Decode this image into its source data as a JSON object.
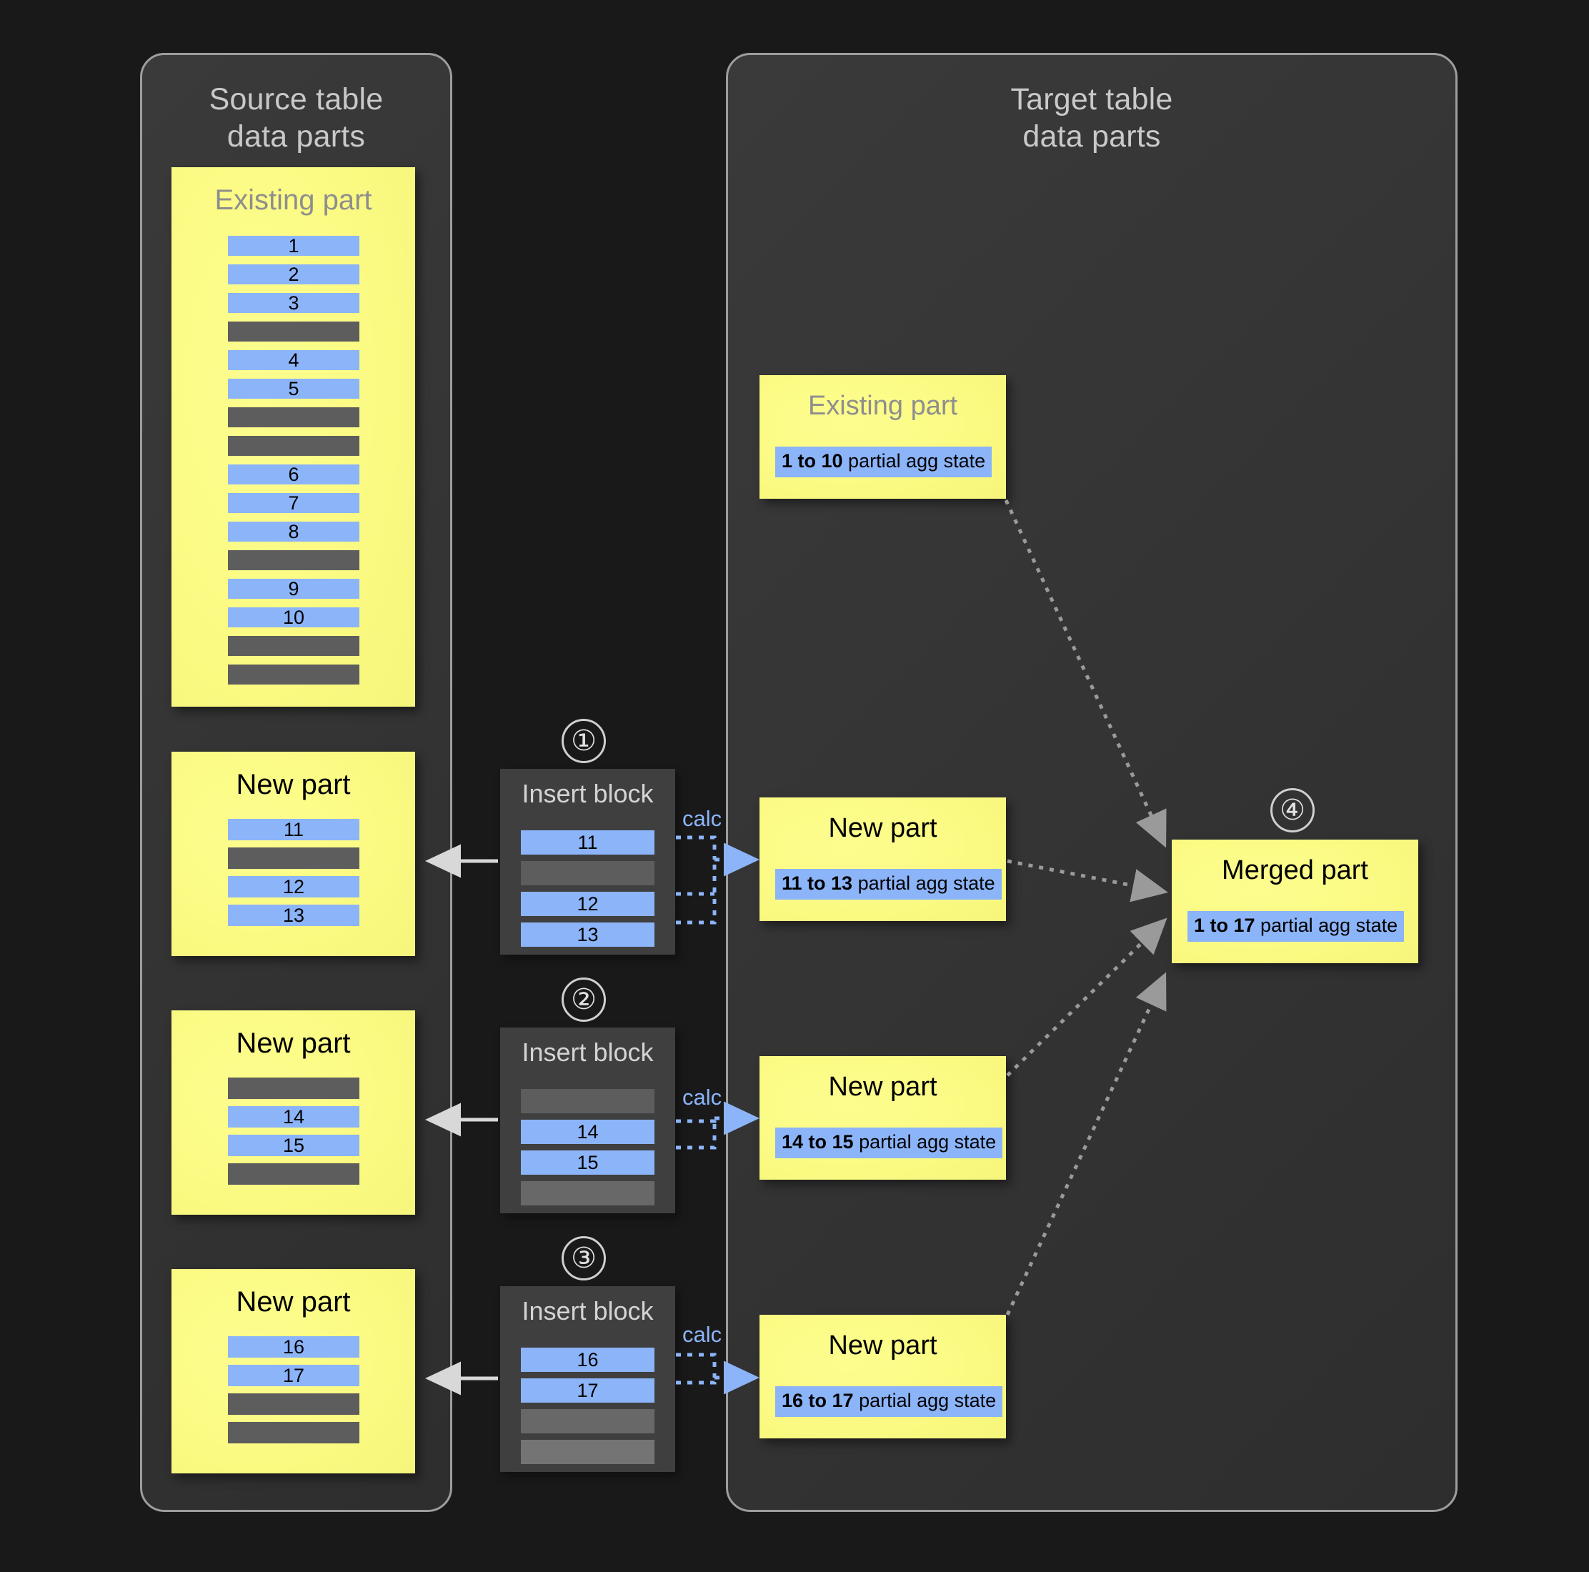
{
  "panels": {
    "source": {
      "title": "Source table\ndata parts"
    },
    "target": {
      "title": "Target table\ndata parts"
    }
  },
  "source_parts": [
    {
      "title": "Existing part",
      "title_style": "muted",
      "rows": [
        {
          "label": "1",
          "kind": "blue"
        },
        {
          "label": "2",
          "kind": "blue"
        },
        {
          "label": "3",
          "kind": "blue"
        },
        {
          "label": "",
          "kind": "gray"
        },
        {
          "label": "4",
          "kind": "blue"
        },
        {
          "label": "5",
          "kind": "blue"
        },
        {
          "label": "",
          "kind": "gray"
        },
        {
          "label": "",
          "kind": "gray"
        },
        {
          "label": "6",
          "kind": "blue"
        },
        {
          "label": "7",
          "kind": "blue"
        },
        {
          "label": "8",
          "kind": "blue"
        },
        {
          "label": "",
          "kind": "gray"
        },
        {
          "label": "9",
          "kind": "blue"
        },
        {
          "label": "10",
          "kind": "blue"
        },
        {
          "label": "",
          "kind": "gray"
        },
        {
          "label": "",
          "kind": "gray"
        }
      ]
    },
    {
      "title": "New part",
      "title_style": "normal",
      "rows": [
        {
          "label": "11",
          "kind": "blue"
        },
        {
          "label": "",
          "kind": "gray"
        },
        {
          "label": "12",
          "kind": "blue"
        },
        {
          "label": "13",
          "kind": "blue"
        }
      ]
    },
    {
      "title": "New part",
      "title_style": "normal",
      "rows": [
        {
          "label": "",
          "kind": "gray"
        },
        {
          "label": "14",
          "kind": "blue"
        },
        {
          "label": "15",
          "kind": "blue"
        },
        {
          "label": "",
          "kind": "gray"
        }
      ]
    },
    {
      "title": "New part",
      "title_style": "normal",
      "rows": [
        {
          "label": "16",
          "kind": "blue"
        },
        {
          "label": "17",
          "kind": "blue"
        },
        {
          "label": "",
          "kind": "gray"
        },
        {
          "label": "",
          "kind": "gray"
        }
      ]
    }
  ],
  "insert_blocks": [
    {
      "step": "①",
      "title": "Insert block",
      "calc_label": "calc",
      "rows": [
        {
          "label": "11",
          "kind": "blue"
        },
        {
          "label": "",
          "kind": "gray"
        },
        {
          "label": "12",
          "kind": "blue"
        },
        {
          "label": "13",
          "kind": "blue"
        }
      ]
    },
    {
      "step": "②",
      "title": "Insert block",
      "calc_label": "calc",
      "rows": [
        {
          "label": "",
          "kind": "gray"
        },
        {
          "label": "14",
          "kind": "blue"
        },
        {
          "label": "15",
          "kind": "blue"
        },
        {
          "label": "",
          "kind": "gray2"
        }
      ]
    },
    {
      "step": "③",
      "title": "Insert block",
      "calc_label": "calc",
      "rows": [
        {
          "label": "16",
          "kind": "blue"
        },
        {
          "label": "17",
          "kind": "blue"
        },
        {
          "label": "",
          "kind": "gray2"
        },
        {
          "label": "",
          "kind": "gray3"
        }
      ]
    }
  ],
  "target_parts": [
    {
      "title": "Existing part",
      "title_style": "muted",
      "agg_range": "1 to 10",
      "agg_suffix": " partial agg state"
    },
    {
      "title": "New part",
      "title_style": "normal",
      "agg_range": "11 to 13",
      "agg_suffix": " partial agg state"
    },
    {
      "title": "New part",
      "title_style": "normal",
      "agg_range": "14 to 15",
      "agg_suffix": " partial agg state"
    },
    {
      "title": "New part",
      "title_style": "normal",
      "agg_range": "16 to 17",
      "agg_suffix": " partial agg state"
    }
  ],
  "merged_part": {
    "step": "④",
    "title": "Merged part",
    "agg_range": "1 to 17",
    "agg_suffix": " partial agg state"
  },
  "colors": {
    "background": "#191919",
    "panel": "#353535",
    "panel_border": "#9d9d9d",
    "part_yellow": "#fafa82",
    "row_blue": "#8cb4f8",
    "row_gray": "#5d5d5d",
    "insert_block": "#3f3f3f",
    "accent_blue": "#8cb4f8",
    "arrow_gray": "#9a9a9a",
    "arrow_white": "#d8d8d8"
  }
}
